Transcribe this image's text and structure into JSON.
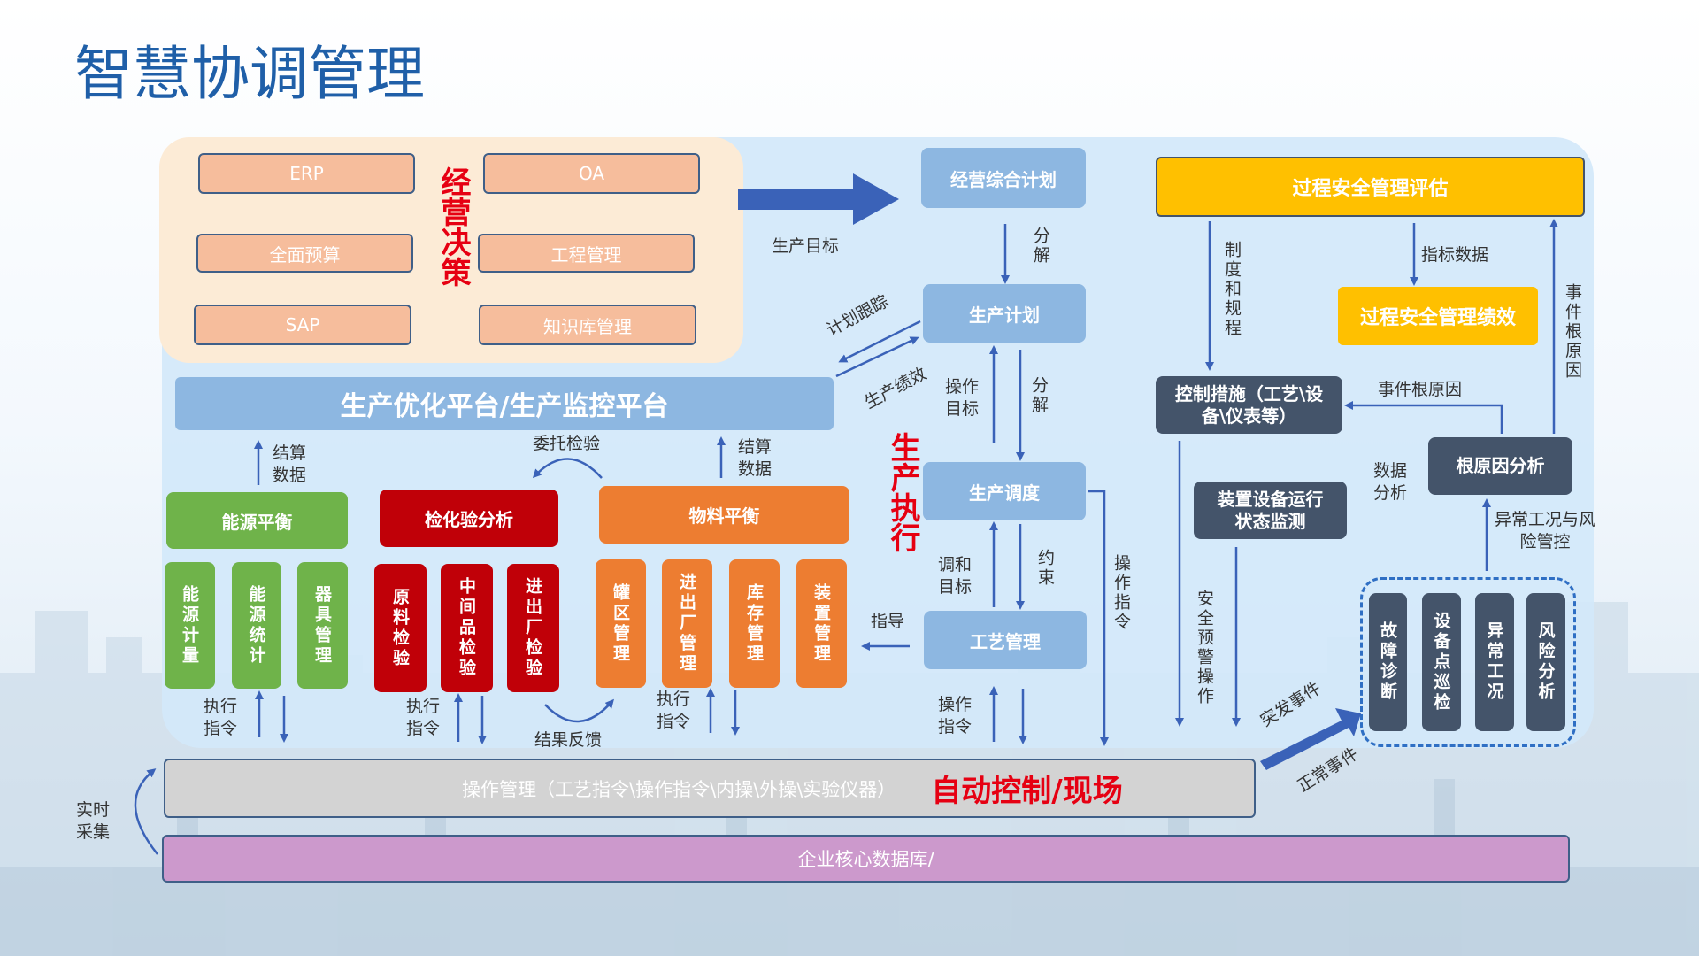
{
  "title": "智慧协调管理",
  "business": {
    "erp": "ERP",
    "oa": "OA",
    "budget": "全面预算",
    "engineering": "工程管理",
    "sap": "SAP",
    "knowledge": "知识库管理",
    "side_label": "经营决策"
  },
  "platform": "生产优化平台/生产监控平台",
  "flow": {
    "plan_overall": "经营综合计划",
    "production_target": "生产目标",
    "decompose_1": "分解",
    "production_plan": "生产计划",
    "plan_tracking": "计划跟踪",
    "production_kpi": "生产绩效",
    "operation_target": "操作目标",
    "decompose_2": "分解",
    "scheduling": "生产调度",
    "adjust_target": "调和目标",
    "constraint": "约束",
    "operation_instruction_v": "操作指令",
    "process_mgmt": "工艺管理",
    "guidance": "指导",
    "operation_instruction": "操作指令",
    "execution_label": "生产执行"
  },
  "energy": {
    "header": "能源平衡",
    "items": [
      "能源计量",
      "能源统计",
      "器具管理"
    ],
    "settlement": "结算数据",
    "exec_instruction": "执行指令"
  },
  "lab": {
    "header": "检化验分析",
    "items": [
      "原料检验",
      "中间品检验",
      "进出厂检验"
    ],
    "delegate": "委托检验",
    "exec_instruction": "执行指令",
    "feedback": "结果反馈"
  },
  "material": {
    "header": "物料平衡",
    "items": [
      "罐区管理",
      "进出厂管理",
      "库存管理",
      "装置管理"
    ],
    "settlement": "结算数据",
    "exec_instruction": "执行指令"
  },
  "safety": {
    "assessment": "过程安全管理评估",
    "performance": "过程安全管理绩效",
    "rules": "制度和规程",
    "index_data": "指标数据",
    "event_root_cause_v": "事件根原因",
    "control_measures": "控制措施（工艺\\设备\\仪表等）",
    "event_root_cause": "事件根原因",
    "equipment_monitor": "装置设备运行状态监测",
    "data_analysis": "数据分析",
    "root_cause_analysis": "根原因分析",
    "anomaly_risk": "异常工况与风险管控",
    "safety_warning": "安全预警操作",
    "sudden_event": "突发事件",
    "normal_event": "正常事件",
    "items": [
      "故障诊断",
      "设备点巡检",
      "异常工况",
      "风险分析"
    ]
  },
  "bottom": {
    "operation_bar": "操作管理（工艺指令\\操作指令\\内操\\外操\\实验仪器）",
    "auto_control": "自动控制/现场",
    "database": "企业核心数据库/",
    "realtime": "实时采集"
  },
  "colors": {
    "title": "#1f5fa8",
    "light_blue": "#8db7e1",
    "green": "#6fb34a",
    "red": "#c00008",
    "orange": "#ed7d31",
    "navy": "#44546a",
    "gold": "#ffc000",
    "purple": "#cc99cc",
    "arrow": "#3a62b8"
  }
}
